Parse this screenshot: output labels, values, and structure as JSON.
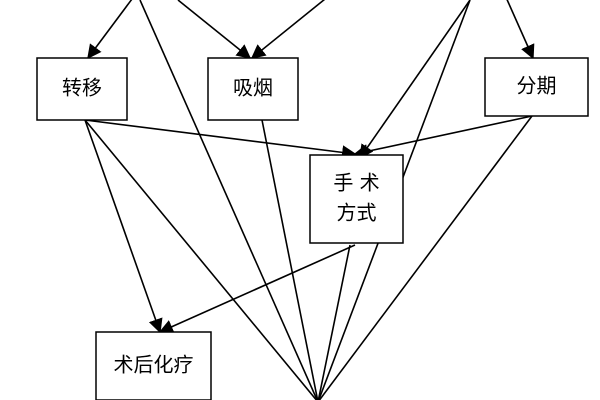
{
  "diagram": {
    "nodes": [
      {
        "id": "metastasis",
        "label": "转移"
      },
      {
        "id": "smoking",
        "label": "吸烟"
      },
      {
        "id": "staging",
        "label": "分期"
      },
      {
        "id": "surgery",
        "label": "手 术\n方式"
      },
      {
        "id": "chemo",
        "label": "术后化疗"
      }
    ],
    "edges": [
      {
        "from": "top-left-offscreen",
        "to": "metastasis"
      },
      {
        "from": "top-left-offscreen",
        "to": "smoking"
      },
      {
        "from": "top-right-offscreen",
        "to": "smoking"
      },
      {
        "from": "top-right-offscreen",
        "to": "staging"
      },
      {
        "from": "top-right-offscreen",
        "to": "surgery"
      },
      {
        "from": "metastasis",
        "to": "surgery"
      },
      {
        "from": "staging",
        "to": "surgery"
      },
      {
        "from": "metastasis",
        "to": "chemo"
      },
      {
        "from": "surgery",
        "to": "chemo"
      },
      {
        "from": "metastasis",
        "to": "bottom-offscreen"
      },
      {
        "from": "smoking",
        "to": "bottom-offscreen"
      },
      {
        "from": "staging",
        "to": "bottom-offscreen"
      },
      {
        "from": "surgery",
        "to": "bottom-offscreen"
      },
      {
        "from": "top-left-offscreen",
        "to": "bottom-offscreen"
      },
      {
        "from": "top-right-offscreen",
        "to": "bottom-offscreen"
      }
    ]
  }
}
